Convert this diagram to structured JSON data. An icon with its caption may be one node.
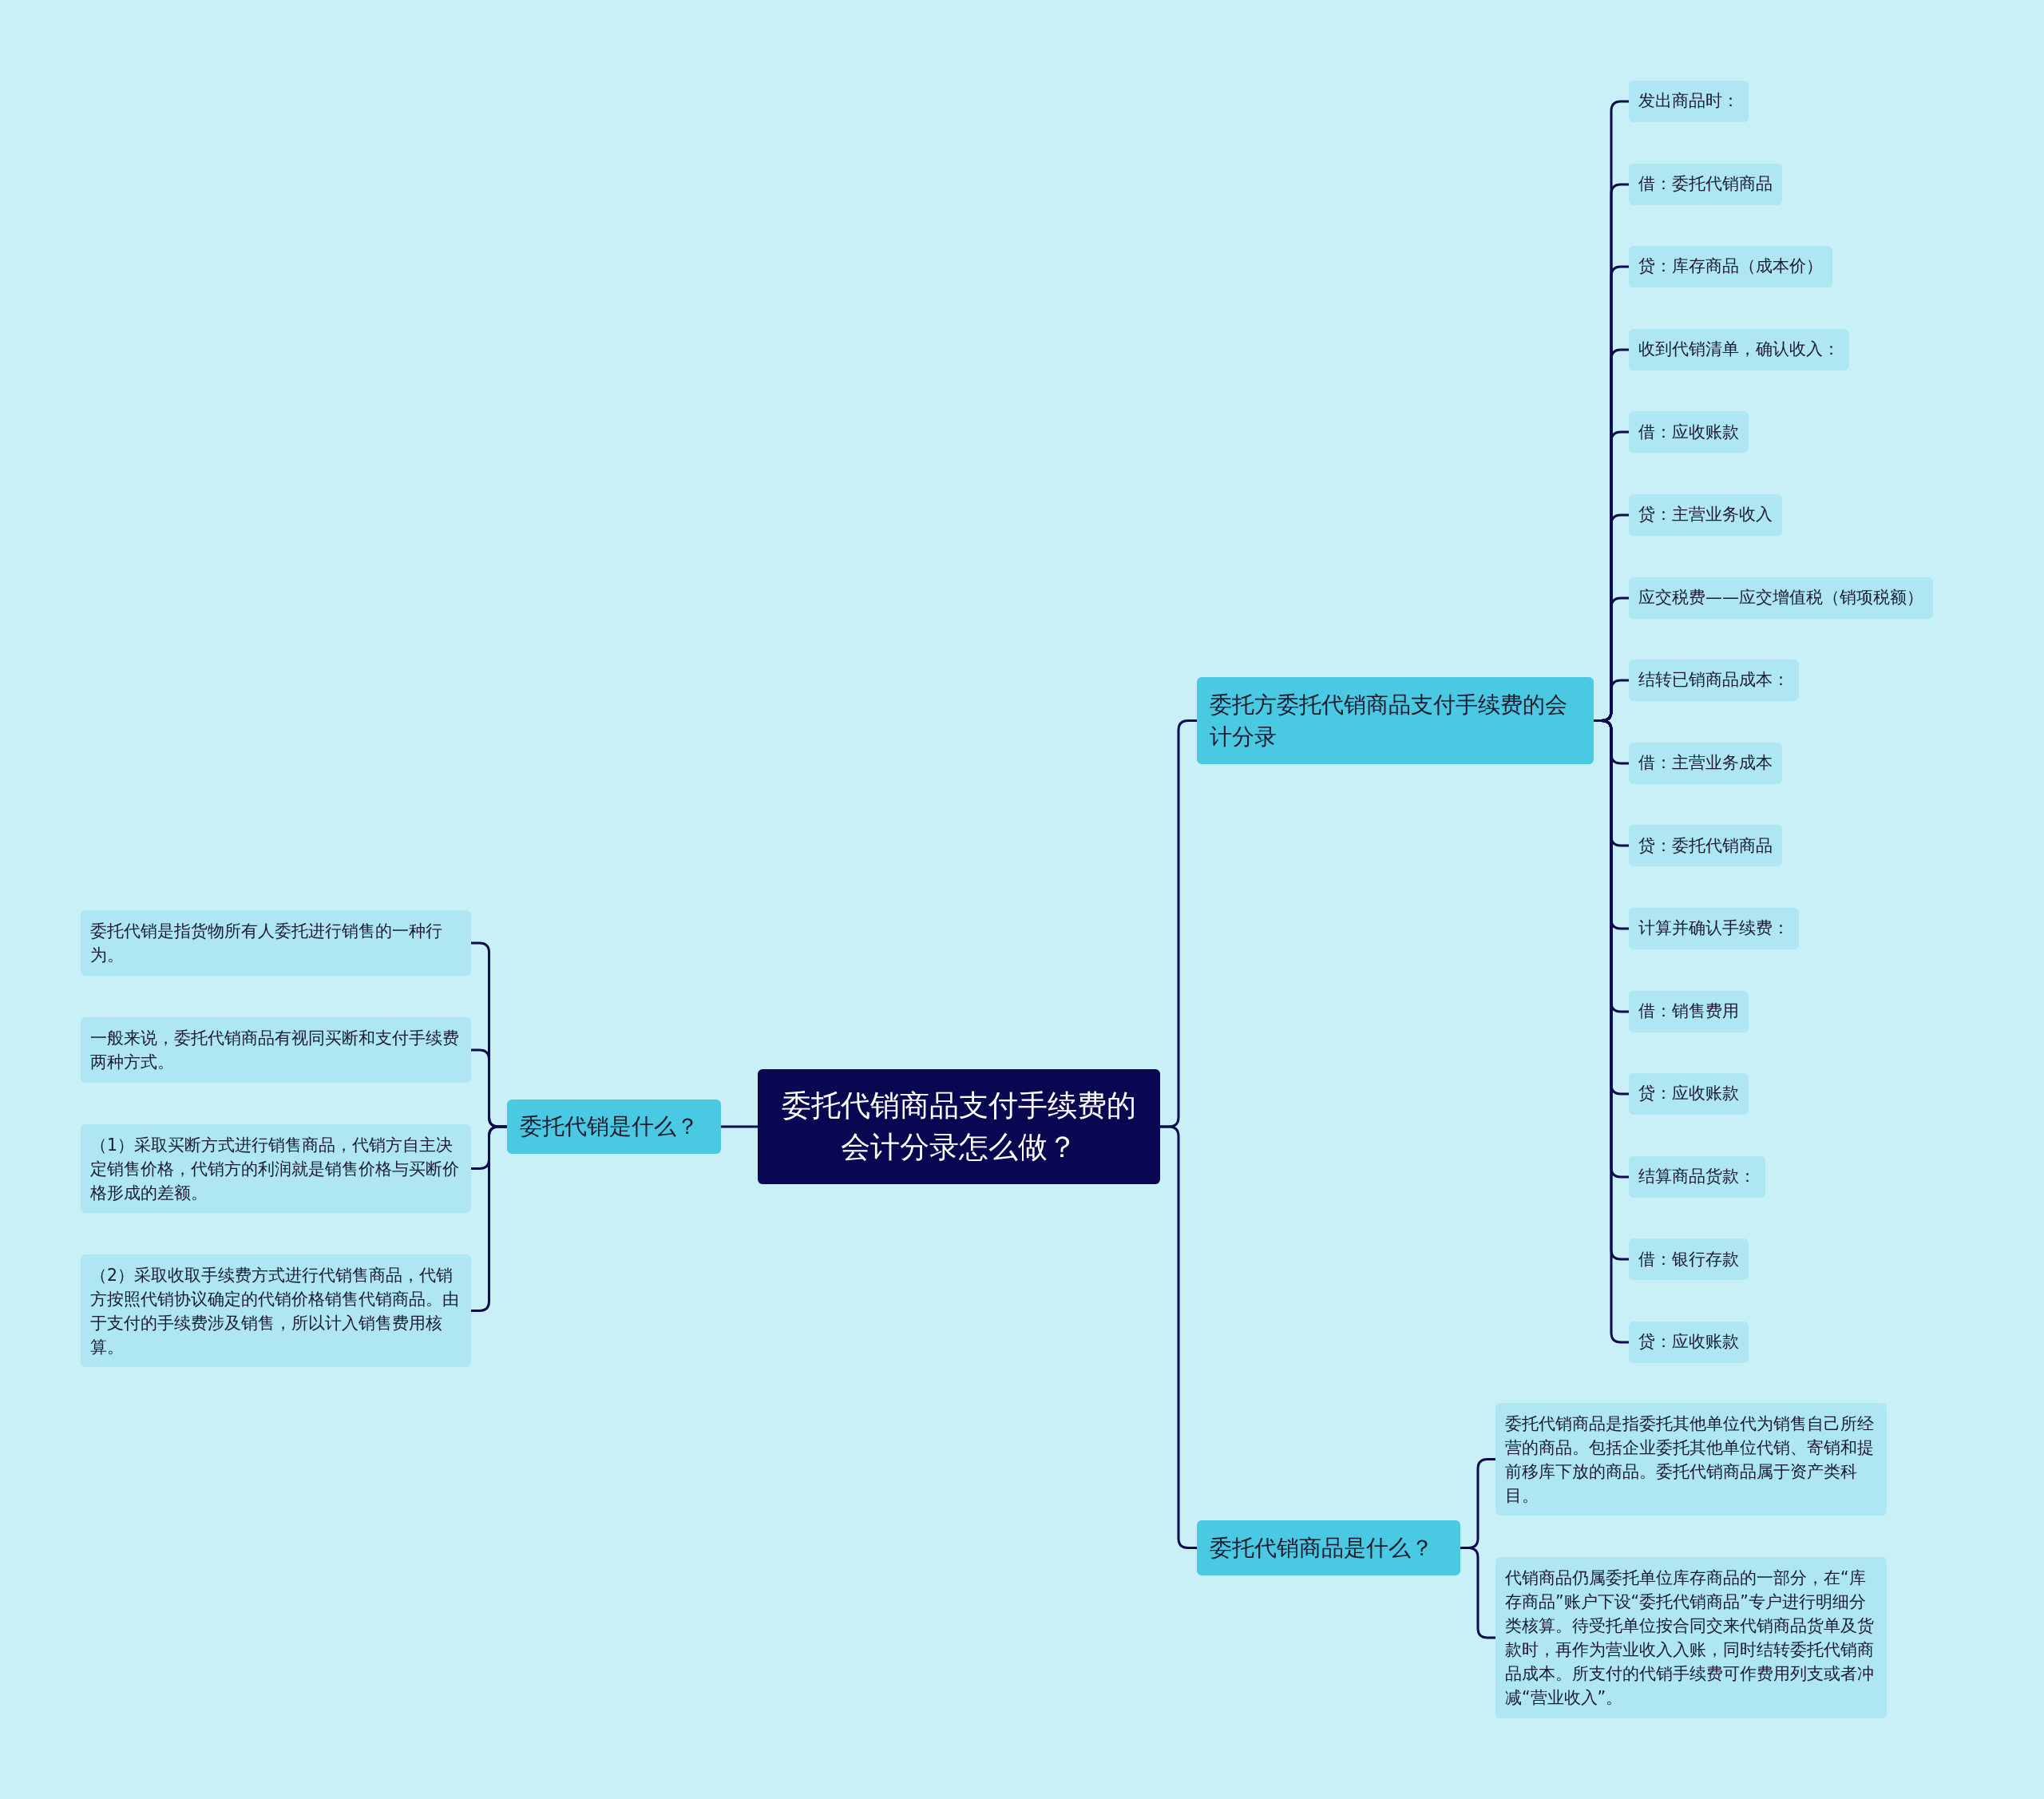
{
  "diagram": {
    "nodes": [
      {
        "text": [
          "委托代销商品支付手续费的会计分录怎么做？"
        ]
      },
      {
        "text": [
          "委托方委托代销商品支付手续费的会计分录"
        ]
      },
      {
        "text": [
          "发出商品时："
        ]
      },
      {
        "text": [
          "借：委托代销商品"
        ]
      },
      {
        "text": [
          "贷：库存商品（成本价）"
        ]
      },
      {
        "text": [
          "收到代销清单，确认收入："
        ]
      },
      {
        "text": [
          "借：应收账款"
        ]
      },
      {
        "text": [
          "贷：主营业务收入"
        ]
      },
      {
        "text": [
          "应交税费——应交增值税（销项税额）"
        ]
      },
      {
        "text": [
          "结转已销商品成本："
        ]
      },
      {
        "text": [
          "借：主营业务成本"
        ]
      },
      {
        "text": [
          "贷：委托代销商品"
        ]
      },
      {
        "text": [
          "计算并确认手续费："
        ]
      },
      {
        "text": [
          "借：销售费用"
        ]
      },
      {
        "text": [
          "贷：应收账款"
        ]
      },
      {
        "text": [
          "结算商品货款："
        ]
      },
      {
        "text": [
          "借：银行存款"
        ]
      },
      {
        "text": [
          "贷：应收账款"
        ]
      },
      {
        "text": [
          "委托代销商品是什么？"
        ]
      },
      {
        "text": [
          "委托代销商品是指委托其他单位代为销售自己所经营的商品。包括企业委托其他单位代销、寄销和提前移库下放的商品。委托代销商品属于资产类科目。"
        ]
      },
      {
        "text": [
          "代销商品仍属委托单位库存商品的一部分，在“库存商品”账户下设“委托代销商品”专户进行明细分类核算。待受托单位按合同交来代销商品货单及货款时，再作为营业收入入账，同时结转委托代销商品成本。所支付的代销手续费可作费用列支或者冲减“营业收入”。"
        ]
      },
      {
        "text": [
          "委托代销是什么？"
        ]
      },
      {
        "text": [
          "委托代销是指货物所有人委托进行销售的一种行为。"
        ]
      },
      {
        "text": [
          "一般来说，委托代销商品有视同买断和支付手续费两种方式。"
        ]
      },
      {
        "text": [
          "（1）采取买断方式进行销售商品，代销方自主决定销售价格，代销方的利润就是销售价格与买断价格形成的差额。"
        ]
      },
      {
        "text": [
          "（2）采取收取手续费方式进行代销售商品，代销方按照代销协议确定的代销价格销售代销商品。由于支付的手续费涉及销售，所以计入销售费用核算。"
        ]
      }
    ],
    "edges": [
      {
        "from": 0,
        "to": 1,
        "arrow": "none"
      },
      {
        "from": 1,
        "to": 2,
        "arrow": "none"
      },
      {
        "from": 1,
        "to": 3,
        "arrow": "none"
      },
      {
        "from": 1,
        "to": 4,
        "arrow": "none"
      },
      {
        "from": 1,
        "to": 5,
        "arrow": "none"
      },
      {
        "from": 1,
        "to": 6,
        "arrow": "none"
      },
      {
        "from": 1,
        "to": 7,
        "arrow": "none"
      },
      {
        "from": 1,
        "to": 8,
        "arrow": "none"
      },
      {
        "from": 1,
        "to": 9,
        "arrow": "none"
      },
      {
        "from": 1,
        "to": 10,
        "arrow": "none"
      },
      {
        "from": 1,
        "to": 11,
        "arrow": "none"
      },
      {
        "from": 1,
        "to": 12,
        "arrow": "none"
      },
      {
        "from": 1,
        "to": 13,
        "arrow": "none"
      },
      {
        "from": 1,
        "to": 14,
        "arrow": "none"
      },
      {
        "from": 1,
        "to": 15,
        "arrow": "none"
      },
      {
        "from": 1,
        "to": 16,
        "arrow": "none"
      },
      {
        "from": 1,
        "to": 17,
        "arrow": "none"
      },
      {
        "from": 0,
        "to": 18,
        "arrow": "none"
      },
      {
        "from": 18,
        "to": 19,
        "arrow": "none"
      },
      {
        "from": 18,
        "to": 20,
        "arrow": "none"
      },
      {
        "from": 0,
        "to": 21,
        "arrow": "none"
      },
      {
        "from": 21,
        "to": 22,
        "arrow": "none"
      },
      {
        "from": 21,
        "to": 23,
        "arrow": "none"
      },
      {
        "from": 21,
        "to": 24,
        "arrow": "none"
      },
      {
        "from": 21,
        "to": 25,
        "arrow": "none"
      }
    ]
  }
}
